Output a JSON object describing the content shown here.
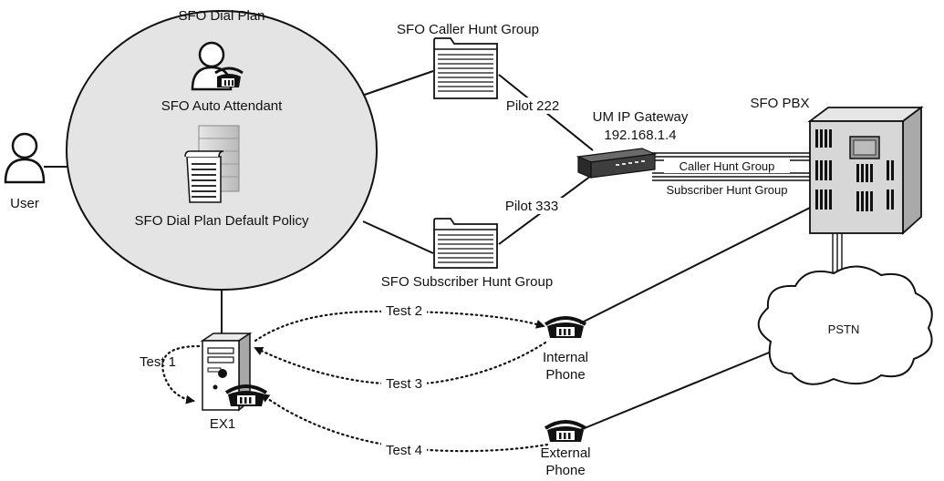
{
  "labels": {
    "dial_plan": "SFO Dial Plan",
    "auto_attendant": "SFO Auto Attendant",
    "default_policy": "SFO Dial Plan Default Policy",
    "user": "User",
    "caller_hunt_group": "SFO Caller Hunt Group",
    "subscriber_hunt_group": "SFO Subscriber Hunt Group",
    "pilot_222": "Pilot 222",
    "pilot_333": "Pilot 333",
    "gateway_name": "UM IP Gateway",
    "gateway_ip": "192.168.1.4",
    "pbx": "SFO PBX",
    "pbx_caller_link": "Caller Hunt Group",
    "pbx_subscriber_link": "Subscriber Hunt Group",
    "pstn": "PSTN",
    "internal_phone_1": "Internal",
    "internal_phone_2": "Phone",
    "external_phone_1": "External",
    "external_phone_2": "Phone",
    "server": "EX1",
    "test1": "Test 1",
    "test2": "Test 2",
    "test3": "Test 3",
    "test4": "Test 4"
  }
}
